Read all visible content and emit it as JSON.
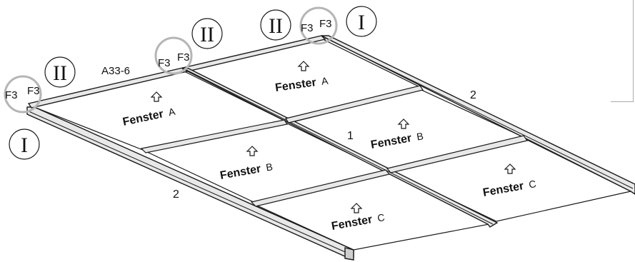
{
  "labels": {
    "part_a33": "A33-6",
    "f3": "F3",
    "roman_1": "I",
    "roman_2": "II",
    "num_1": "1",
    "num_2": "2"
  },
  "panels": [
    {
      "word": "Fenster",
      "letter": "A"
    },
    {
      "word": "Fenster",
      "letter": "A"
    },
    {
      "word": "Fenster",
      "letter": "B"
    },
    {
      "word": "Fenster",
      "letter": "B"
    },
    {
      "word": "Fenster",
      "letter": "C"
    },
    {
      "word": "Fenster",
      "letter": "C"
    }
  ],
  "icons": {
    "panel_arrow": "up-arrow-outline-icon",
    "connector": "circle-highlight-icon"
  },
  "colors": {
    "line": "#1a1a1a",
    "rail_fill": "#e8e8e8",
    "highlight_circle": "#b5b5b5",
    "panel": "#ffffff"
  }
}
